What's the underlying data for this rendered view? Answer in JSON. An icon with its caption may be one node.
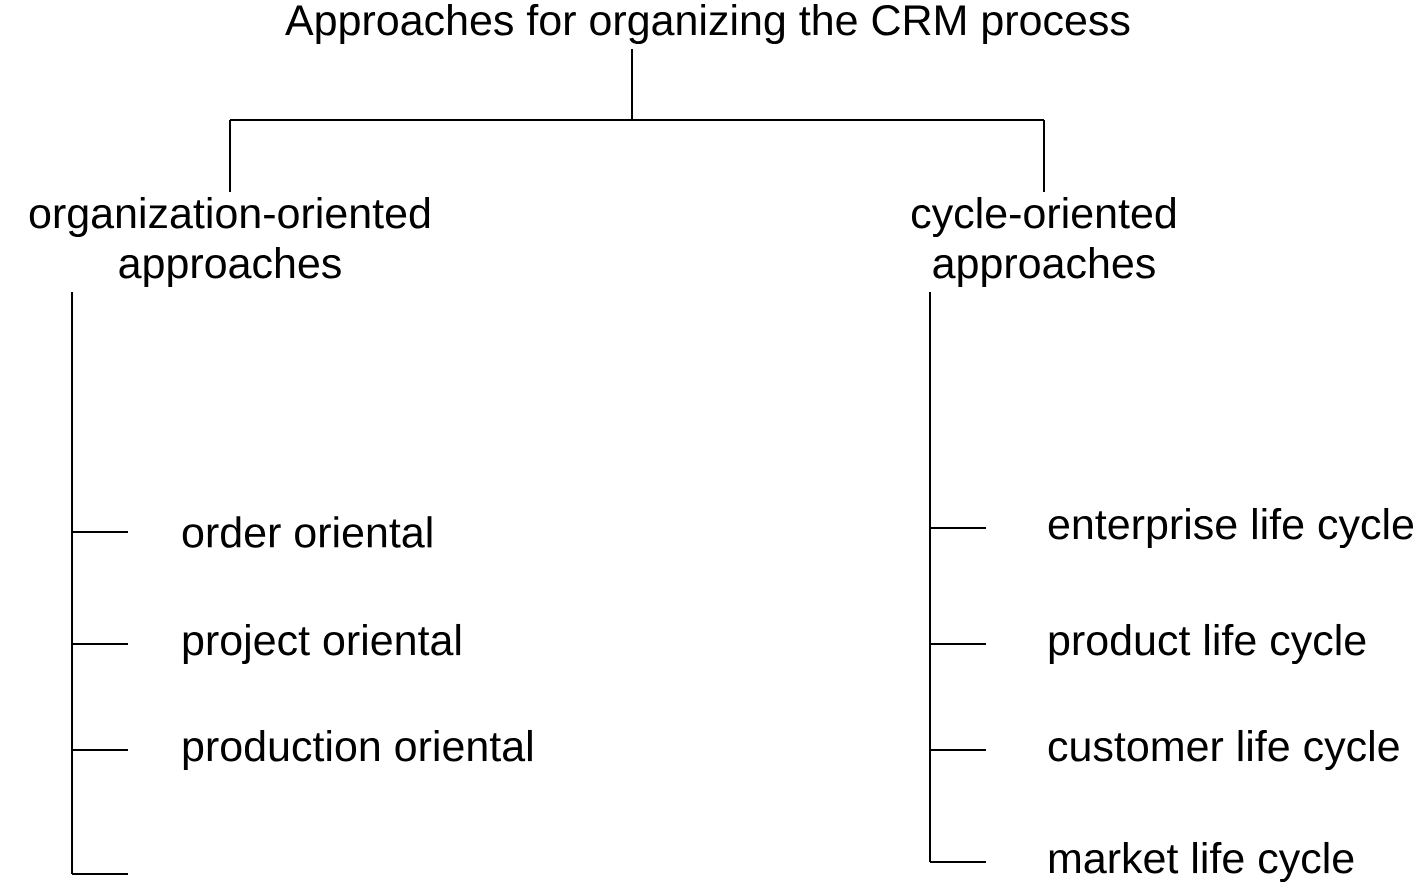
{
  "diagram": {
    "nodes": [
      {
        "text": [
          "Approaches for organizing the CRM process"
        ]
      },
      {
        "text": [
          "organization-oriented approaches"
        ]
      },
      {
        "text": [
          "cycle-oriented approaches"
        ]
      },
      {
        "text": [
          "order oriental"
        ]
      },
      {
        "text": [
          "project oriental"
        ]
      },
      {
        "text": [
          "production oriental"
        ]
      },
      {
        "text": [
          "enterprise life cycle"
        ]
      },
      {
        "text": [
          "product life cycle"
        ]
      },
      {
        "text": [
          "customer life cycle"
        ]
      },
      {
        "text": [
          "market life cycle"
        ]
      }
    ],
    "edges": [
      {
        "from": 0,
        "to": 1,
        "arrow": "none"
      },
      {
        "from": 0,
        "to": 2,
        "arrow": "none"
      },
      {
        "from": 1,
        "to": 3,
        "arrow": "none"
      },
      {
        "from": 1,
        "to": 4,
        "arrow": "none"
      },
      {
        "from": 1,
        "to": 5,
        "arrow": "none"
      },
      {
        "from": 2,
        "to": 6,
        "arrow": "none"
      },
      {
        "from": 2,
        "to": 7,
        "arrow": "none"
      },
      {
        "from": 2,
        "to": 8,
        "arrow": "none"
      },
      {
        "from": 2,
        "to": 9,
        "arrow": "none"
      }
    ]
  }
}
